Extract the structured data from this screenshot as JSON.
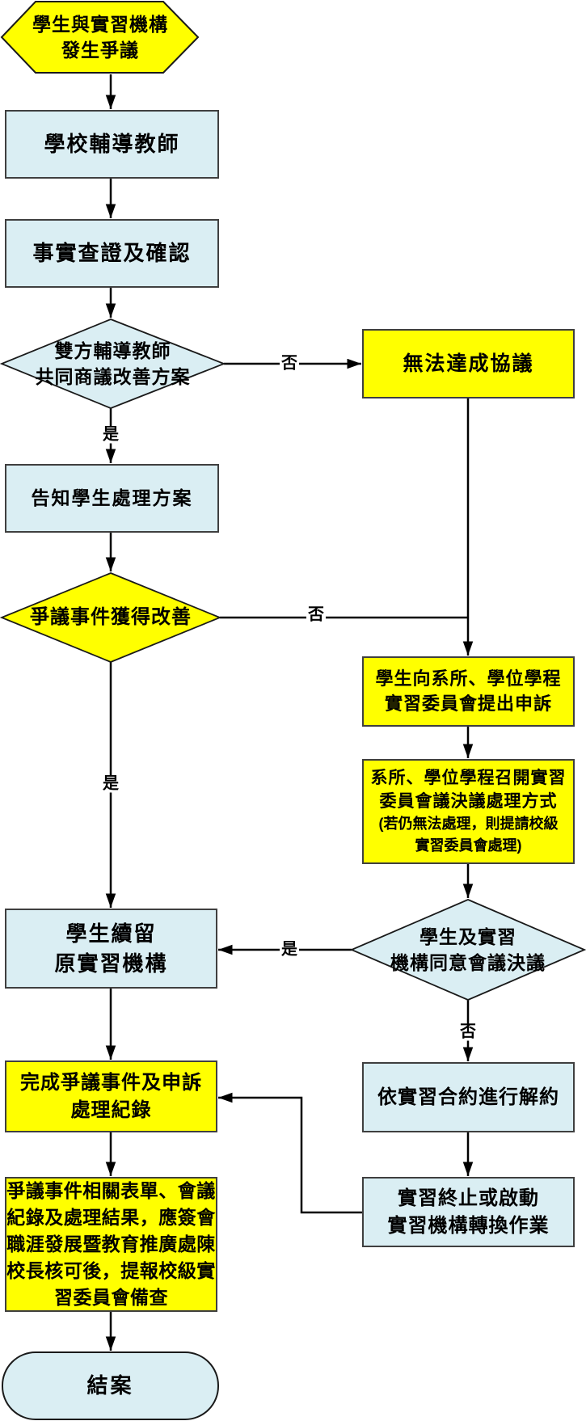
{
  "flowchart": {
    "nodes": {
      "start": {
        "label": "學生與實習機構\n發生爭議",
        "shape": "hexagon",
        "fill": "#FFFF00"
      },
      "school_teacher": {
        "label": "學校輔導教師",
        "shape": "process",
        "fill": "#DAEEF3"
      },
      "fact_check": {
        "label": "事實查證及確認",
        "shape": "process",
        "fill": "#DAEEF3"
      },
      "discuss": {
        "label": "雙方輔導教師\n共同商議改善方案",
        "shape": "decision",
        "fill": "#DAEEF3"
      },
      "no_agreement": {
        "label": "無法達成協議",
        "shape": "process",
        "fill": "#FFFF00"
      },
      "inform_student": {
        "label": "告知學生處理方案",
        "shape": "process",
        "fill": "#DAEEF3"
      },
      "improved": {
        "label": "爭議事件獲得改善",
        "shape": "decision",
        "fill": "#FFFF00"
      },
      "appeal": {
        "label": "學生向系所、學位學程\n實習委員會提出申訴",
        "shape": "process",
        "fill": "#FFFF00"
      },
      "committee_meeting": {
        "label": "系所、學位學程召開實習\n委員會議決議處理方式",
        "note": "(若仍無法處理，則提請校級\n實習委員會處理)",
        "shape": "process",
        "fill": "#FFFF00"
      },
      "stay": {
        "label": "學生續留\n原實習機構",
        "shape": "process",
        "fill": "#DAEEF3"
      },
      "both_agree": {
        "label": "學生及實習\n機構同意會議決議",
        "shape": "decision",
        "fill": "#DAEEF3"
      },
      "record_done": {
        "label": "完成爭議事件及申訴\n處理紀錄",
        "shape": "process",
        "fill": "#FFFF00"
      },
      "terminate_contract": {
        "label": "依實習合約進行解約",
        "shape": "process",
        "fill": "#DAEEF3"
      },
      "transfer": {
        "label": "實習終止或啟動\n實習機構轉換作業",
        "shape": "process",
        "fill": "#DAEEF3"
      },
      "report_filing": {
        "label": "爭議事件相關表單、會議\n紀錄及處理結果，應簽會\n職涯發展暨教育推廣處陳\n校長核可後，提報校級實\n習委員會備查",
        "shape": "process",
        "fill": "#FFFF00"
      },
      "closed": {
        "label": "結案",
        "shape": "terminator",
        "fill": "#DAEEF3"
      }
    },
    "edge_labels": {
      "discuss_no": "否",
      "discuss_yes": "是",
      "improved_no": "否",
      "improved_yes": "是",
      "agree_yes": "是",
      "agree_no": "否"
    },
    "edges": [
      {
        "from": "start",
        "to": "school_teacher"
      },
      {
        "from": "school_teacher",
        "to": "fact_check"
      },
      {
        "from": "fact_check",
        "to": "discuss"
      },
      {
        "from": "discuss",
        "to": "no_agreement",
        "label": "否"
      },
      {
        "from": "discuss",
        "to": "inform_student",
        "label": "是"
      },
      {
        "from": "inform_student",
        "to": "improved"
      },
      {
        "from": "improved",
        "to": "appeal",
        "label": "否"
      },
      {
        "from": "improved",
        "to": "stay",
        "label": "是"
      },
      {
        "from": "no_agreement",
        "to": "appeal"
      },
      {
        "from": "appeal",
        "to": "committee_meeting"
      },
      {
        "from": "committee_meeting",
        "to": "both_agree"
      },
      {
        "from": "both_agree",
        "to": "stay",
        "label": "是"
      },
      {
        "from": "both_agree",
        "to": "terminate_contract",
        "label": "否"
      },
      {
        "from": "terminate_contract",
        "to": "transfer"
      },
      {
        "from": "transfer",
        "to": "record_done"
      },
      {
        "from": "stay",
        "to": "record_done"
      },
      {
        "from": "record_done",
        "to": "report_filing"
      },
      {
        "from": "report_filing",
        "to": "closed"
      }
    ],
    "colors": {
      "yellow": "#FFFF00",
      "light_blue": "#DAEEF3",
      "line": "#000000",
      "box_border": "#3F3F3F",
      "diamond_border": "#1A1A1A"
    }
  }
}
